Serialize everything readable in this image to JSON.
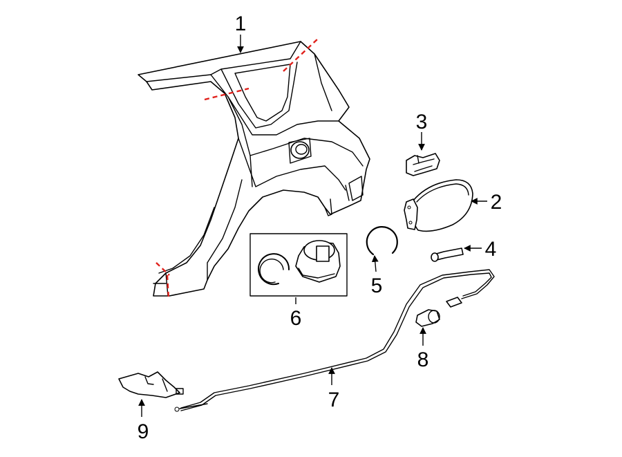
{
  "callouts": [
    {
      "id": "part-1",
      "label": "1"
    },
    {
      "id": "part-2",
      "label": "2"
    },
    {
      "id": "part-3",
      "label": "3"
    },
    {
      "id": "part-4",
      "label": "4"
    },
    {
      "id": "part-5",
      "label": "5"
    },
    {
      "id": "part-6",
      "label": "6"
    },
    {
      "id": "part-7",
      "label": "7"
    },
    {
      "id": "part-8",
      "label": "8"
    },
    {
      "id": "part-9",
      "label": "9"
    }
  ],
  "colors": {
    "line": "#000000",
    "cut_line": "#e0201b",
    "background": "#ffffff"
  }
}
